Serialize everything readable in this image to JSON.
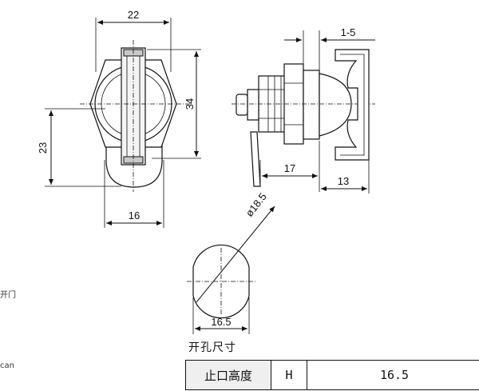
{
  "dimensions": {
    "front_width": "22",
    "front_height": "34",
    "lower_height": "23",
    "base_width": "16",
    "cam_range": "1-5",
    "body_length": "17",
    "cam_depth": "13",
    "hole_diameter": "ø18.5",
    "hole_flat": "16.5"
  },
  "cutout_caption": "开孔尺寸",
  "spec_table": {
    "label": "止口高度",
    "symbol": "H",
    "value": "16.5"
  },
  "left_fragments": [
    "开门",
    "can"
  ]
}
